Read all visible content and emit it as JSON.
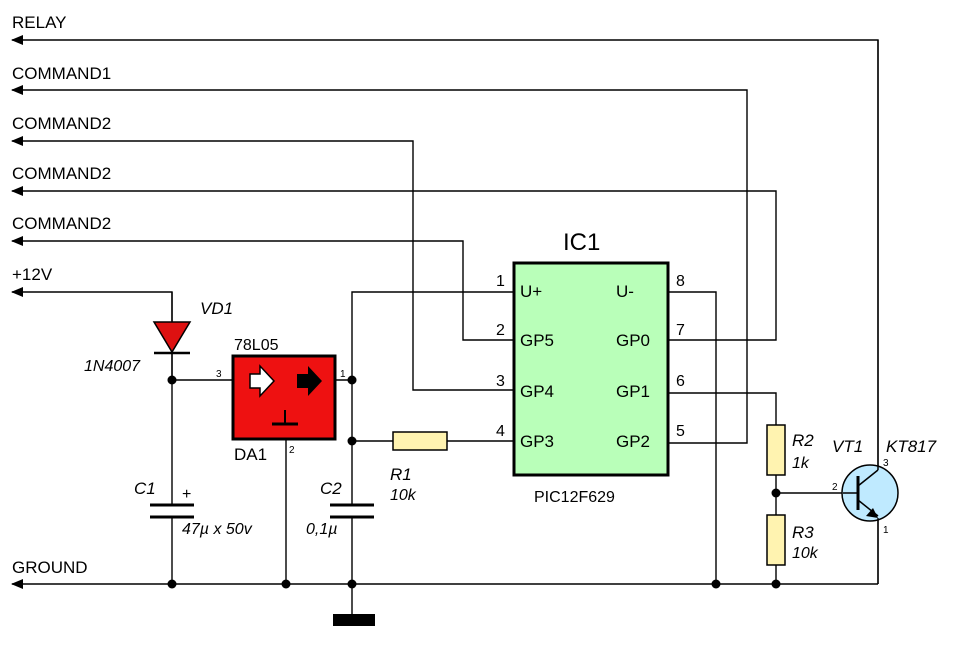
{
  "nets": {
    "relay": "RELAY",
    "command1": "COMMAND1",
    "command2a": "COMMAND2",
    "command2b": "COMMAND2",
    "command2c": "COMMAND2",
    "supply": "+12V",
    "ground": "GROUND"
  },
  "ic1": {
    "ref": "IC1",
    "part": "PIC12F629",
    "pins": [
      {
        "num": "1",
        "name": "U+"
      },
      {
        "num": "2",
        "name": "GP5"
      },
      {
        "num": "3",
        "name": "GP4"
      },
      {
        "num": "4",
        "name": "GP3"
      },
      {
        "num": "8",
        "name": "U-"
      },
      {
        "num": "7",
        "name": "GP0"
      },
      {
        "num": "6",
        "name": "GP1"
      },
      {
        "num": "5",
        "name": "GP2"
      }
    ]
  },
  "regulator": {
    "ref": "DA1",
    "part": "78L05",
    "pin_in": "3",
    "pin_out": "1",
    "pin_gnd": "2"
  },
  "diode": {
    "ref": "VD1",
    "part": "1N4007"
  },
  "c1": {
    "ref": "C1",
    "value": "47µ x 50v",
    "polarity": "+"
  },
  "c2": {
    "ref": "C2",
    "value": "0,1µ"
  },
  "r1": {
    "ref": "R1",
    "value": "10k"
  },
  "r2": {
    "ref": "R2",
    "value": "1k"
  },
  "r3": {
    "ref": "R3",
    "value": "10k"
  },
  "transistor": {
    "ref": "VT1",
    "part": "KT817",
    "pin_c": "3",
    "pin_b": "2",
    "pin_e": "1"
  },
  "colors": {
    "ic_fill": "#b9ffb9",
    "regulator_fill": "#ee1111",
    "resistor_fill": "#fff3b0",
    "diode_fill": "#dd1111",
    "transistor_fill": "#bfeaff"
  }
}
